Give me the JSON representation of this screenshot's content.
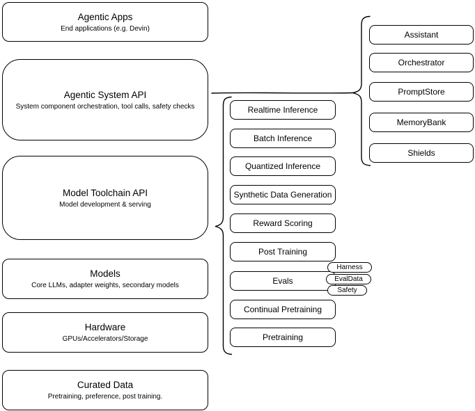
{
  "diagram": {
    "left_stack": [
      {
        "title": "Agentic Apps",
        "subtitle": "End applications (e.g. Devin)"
      },
      {
        "title": "Agentic System API",
        "subtitle": "System component orchestration, tool calls, safety checks"
      },
      {
        "title": "Model Toolchain API",
        "subtitle": "Model development & serving"
      },
      {
        "title": "Models",
        "subtitle": "Core LLMs, adapter weights, secondary models"
      },
      {
        "title": "Hardware",
        "subtitle": "GPUs/Accelerators/Storage"
      },
      {
        "title": "Curated Data",
        "subtitle": "Pretraining, preference, post training."
      }
    ],
    "toolchain": {
      "items": [
        "Realtime Inference",
        "Batch Inference",
        "Quantized Inference",
        "Synthetic Data Generation",
        "Reward Scoring",
        "Post Training",
        "Evals",
        "Continual Pretraining",
        "Pretraining"
      ],
      "evals_tags": [
        "Harness",
        "EvalData",
        "Safety"
      ]
    },
    "system_components": [
      "Assistant",
      "Orchestrator",
      "PromptStore",
      "MemoryBank",
      "Shields"
    ],
    "colors": {
      "stroke": "#000000",
      "fill": "#ffffff",
      "background": "#ffffff"
    }
  }
}
